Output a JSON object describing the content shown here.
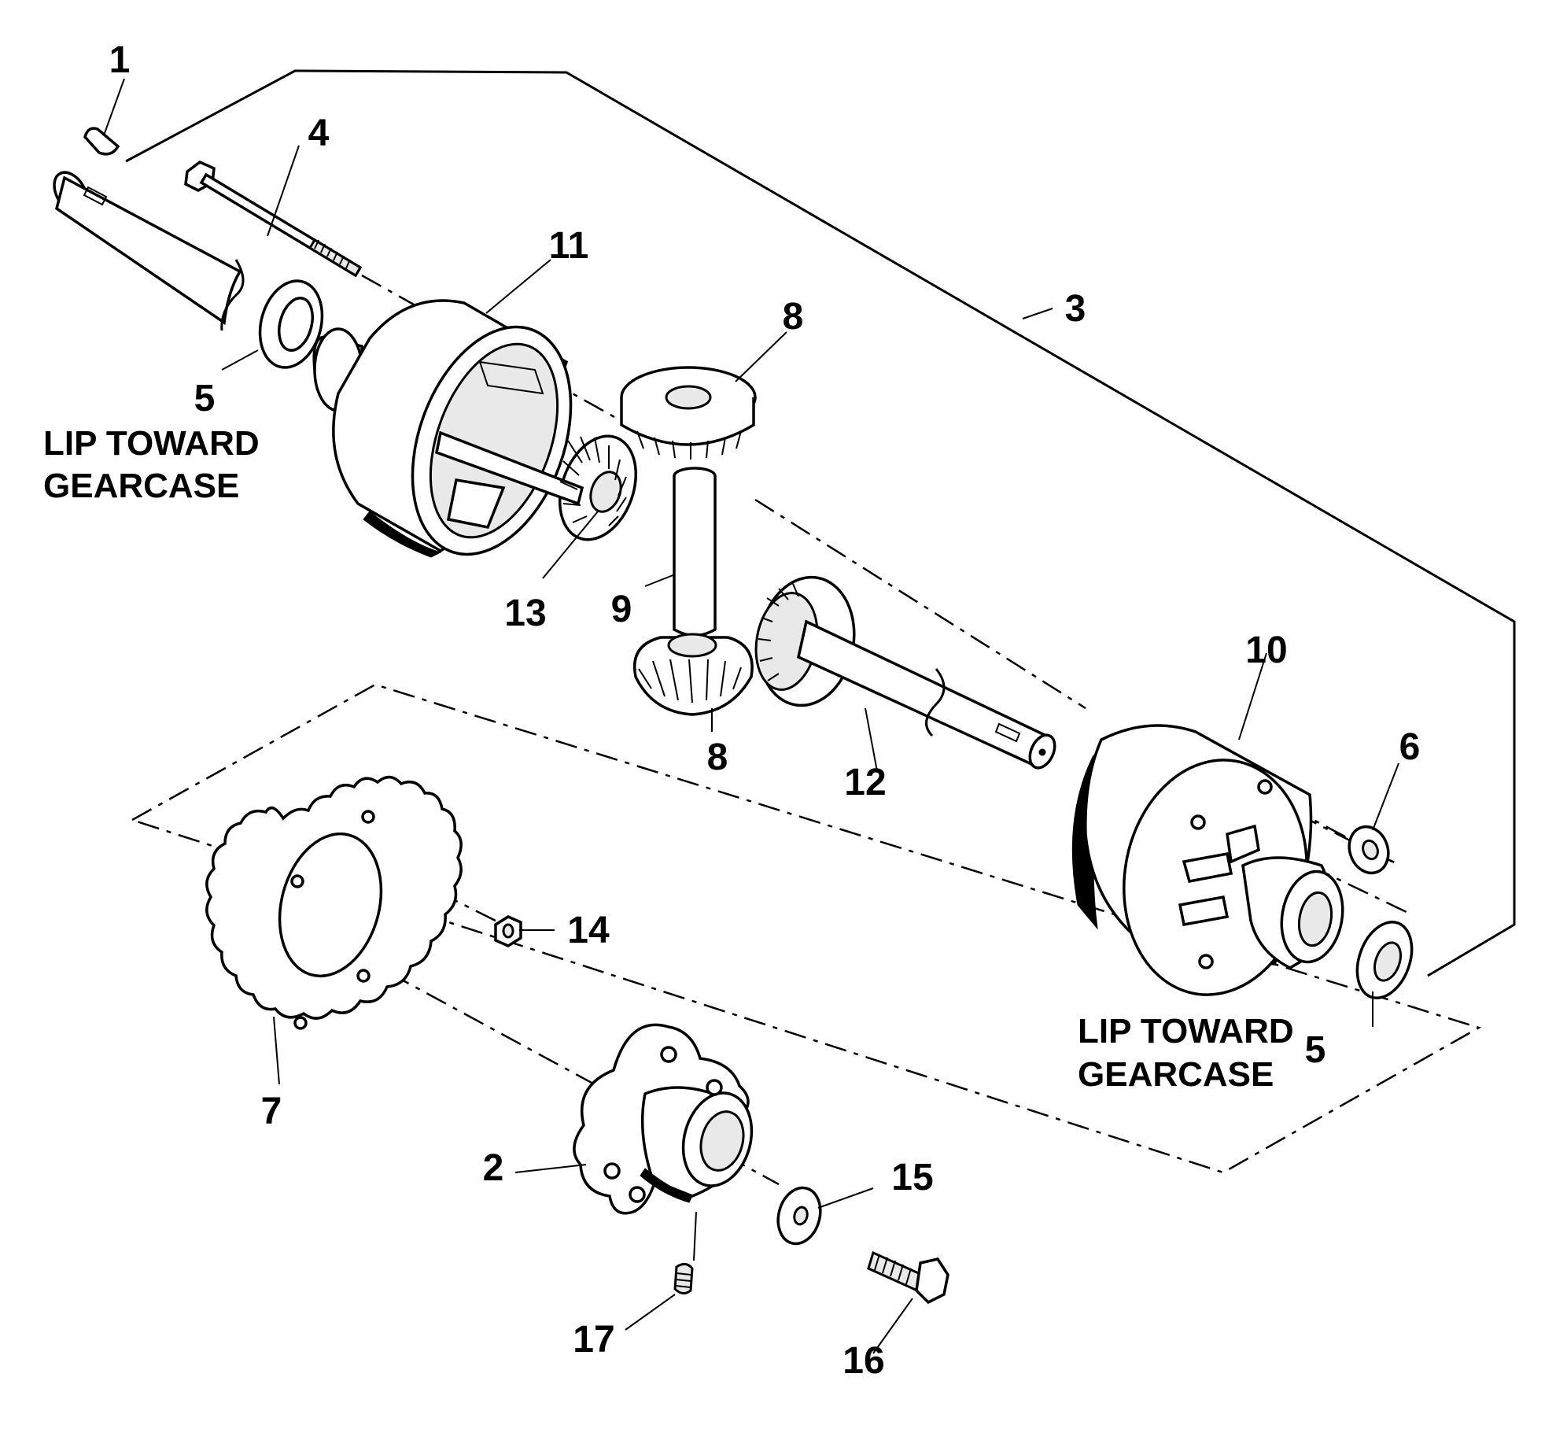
{
  "callouts": {
    "c1": "1",
    "c2": "2",
    "c3": "3",
    "c4": "4",
    "c5a": "5",
    "c5b": "5",
    "c6": "6",
    "c7": "7",
    "c8a": "8",
    "c8b": "8",
    "c9": "9",
    "c10": "10",
    "c11": "11",
    "c12": "12",
    "c13": "13",
    "c14": "14",
    "c15": "15",
    "c16": "16",
    "c17": "17"
  },
  "notes": {
    "left_line1": "LIP TOWARD",
    "left_line2": "GEARCASE",
    "right_line1": "LIP TOWARD",
    "right_line2": "GEARCASE"
  }
}
